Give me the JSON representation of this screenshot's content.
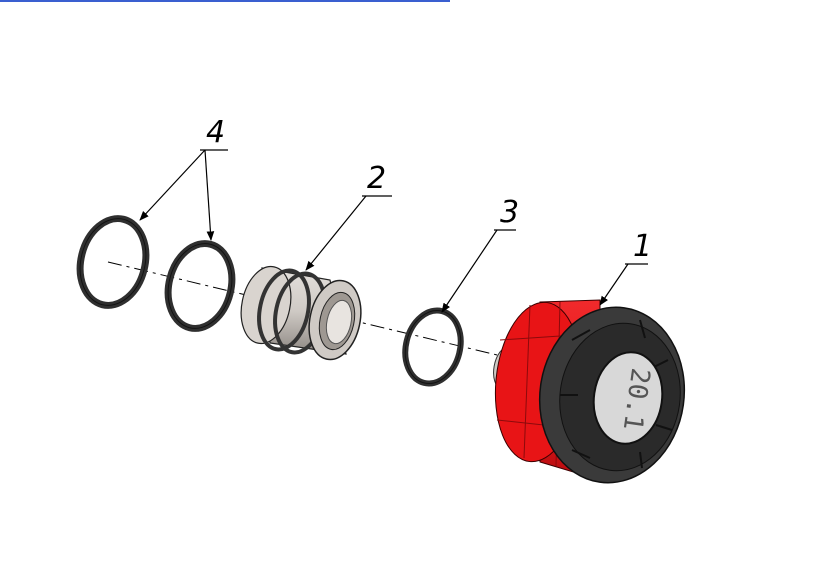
{
  "diagram": {
    "callouts": {
      "c1": "1",
      "c2": "2",
      "c3": "3",
      "c4": "4"
    },
    "parts": {
      "gauge_housing": "red-housing",
      "gauge_bezel": "black-bezel",
      "gauge_display": "lcd-display",
      "sleeve": "grey-threaded-sleeve",
      "oring_small": "o-ring",
      "oring_large": "o-ring"
    },
    "display_readout": "20.1",
    "colors": {
      "housing_red": "#e81416",
      "housing_red_dark": "#b50d10",
      "bezel": "#3a3a3a",
      "bezel_dark": "#222222",
      "display": "#d8d8d8",
      "metal": "#cfcac5",
      "metal_dark": "#8d8782",
      "oring": "#2f2f2f",
      "accent_line": "#3a5fd0"
    }
  }
}
